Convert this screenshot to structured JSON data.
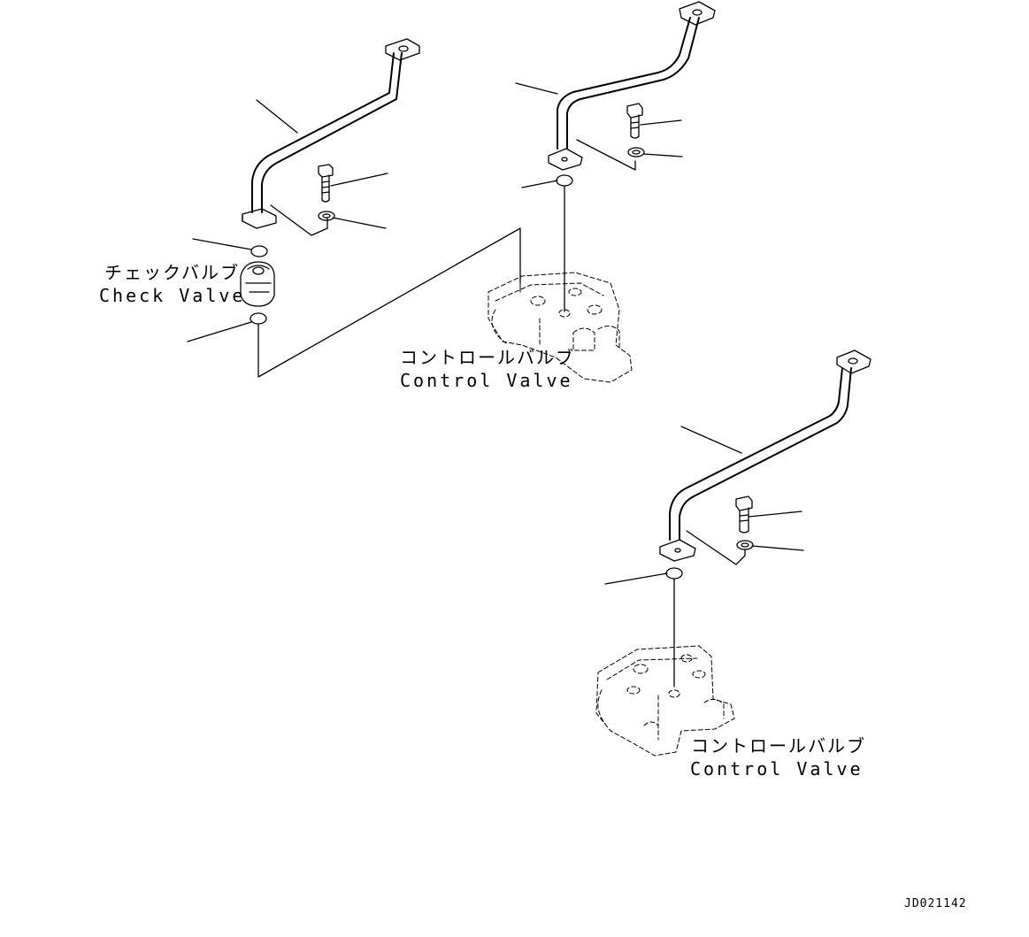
{
  "labels": {
    "check_valve_jp": "チェックバルブ",
    "check_valve_en": "Check Valve",
    "control_valve_1_jp": "コントロールバルブ",
    "control_valve_1_en": "Control Valve",
    "control_valve_2_jp": "コントロールバルブ",
    "control_valve_2_en": "Control Valve"
  },
  "drawing_code": "JD021142",
  "colors": {
    "line": "#000000",
    "background": "#ffffff"
  }
}
